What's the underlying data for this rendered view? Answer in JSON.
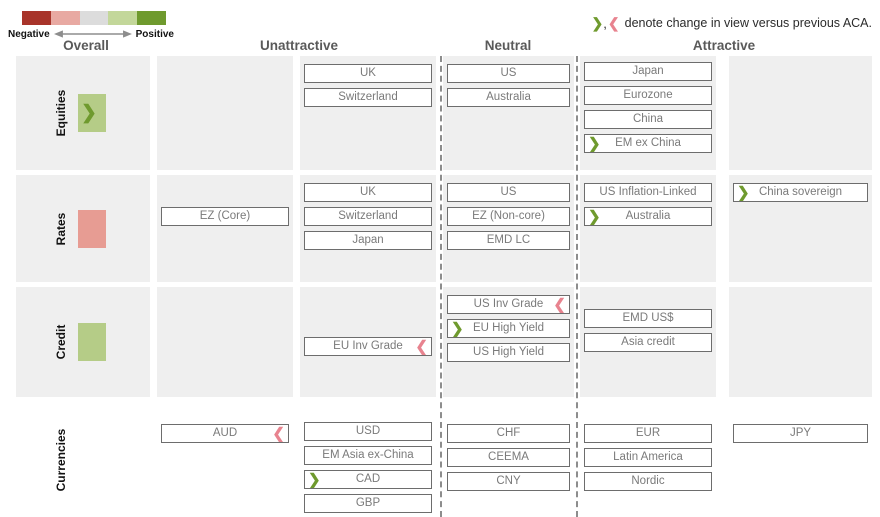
{
  "legend": {
    "scale_colors": [
      "#a8342a",
      "#e8a9a2",
      "#dcdcdc",
      "#c3d79a",
      "#6f9a2e"
    ],
    "negative_label": "Negative",
    "positive_label": "Positive",
    "arrow_icon": "double-headed-arrow-icon",
    "note_up_icon": "chevron-right-green-icon",
    "note_comma": ",",
    "note_down_icon": "chevron-left-red-icon",
    "note_text": "denote change in view versus previous ACA."
  },
  "columns": [
    {
      "key": "overall",
      "label": "Overall"
    },
    {
      "key": "unattractive",
      "label": "Unattractive"
    },
    {
      "key": "neutral",
      "label": "Neutral"
    },
    {
      "key": "attractive",
      "label": "Attractive"
    }
  ],
  "colors": {
    "overall_equities": "#b5cc87",
    "overall_rates": "#e79c93",
    "overall_credit": "#b5cc87",
    "band_bg": "#efefef",
    "pill_border": "#6d6d6d",
    "pill_text": "#7a7a7a",
    "up_marker": "#6f9a2e",
    "down_marker": "#e8838f",
    "header_text": "#5a5a5a"
  },
  "rows": [
    {
      "label": "Equities",
      "overall": {
        "color": "#b5cc87",
        "marker": "up"
      },
      "cells": {
        "c2": [],
        "c3": [
          {
            "label": "UK",
            "marker": null
          },
          {
            "label": "Switzerland",
            "marker": null
          }
        ],
        "c4": [
          {
            "label": "US",
            "marker": null
          },
          {
            "label": "Australia",
            "marker": null
          }
        ],
        "c5": [
          {
            "label": "Japan",
            "marker": null
          },
          {
            "label": "Eurozone",
            "marker": null
          },
          {
            "label": "China",
            "marker": null
          },
          {
            "label": "EM ex China",
            "marker": "up"
          }
        ],
        "c6": []
      }
    },
    {
      "label": "Rates",
      "overall": {
        "color": "#e79c93",
        "marker": null
      },
      "cells": {
        "c2": [
          {
            "label": "EZ (Core)",
            "marker": null
          }
        ],
        "c3": [
          {
            "label": "UK",
            "marker": null
          },
          {
            "label": "Switzerland",
            "marker": null
          },
          {
            "label": "Japan",
            "marker": null
          }
        ],
        "c4": [
          {
            "label": "US",
            "marker": null
          },
          {
            "label": "EZ (Non-core)",
            "marker": null
          },
          {
            "label": "EMD LC",
            "marker": null
          }
        ],
        "c5": [
          {
            "label": "US Inflation-Linked",
            "marker": null
          },
          {
            "label": "Australia",
            "marker": "up"
          }
        ],
        "c6": [
          {
            "label": "China sovereign",
            "marker": "up"
          }
        ]
      }
    },
    {
      "label": "Credit",
      "overall": {
        "color": "#b5cc87",
        "marker": null
      },
      "cells": {
        "c2": [],
        "c3": [
          {
            "label": "EU Inv Grade",
            "marker": "down"
          }
        ],
        "c4": [
          {
            "label": "US Inv Grade",
            "marker": "down"
          },
          {
            "label": "EU High Yield",
            "marker": "up"
          },
          {
            "label": "US High Yield",
            "marker": null
          }
        ],
        "c5": [
          {
            "label": "EMD US$",
            "marker": null
          },
          {
            "label": "Asia credit",
            "marker": null
          }
        ],
        "c6": []
      }
    },
    {
      "label": "Currencies",
      "overall": null,
      "cells": {
        "c2": [
          {
            "label": "AUD",
            "marker": "down"
          }
        ],
        "c3": [
          {
            "label": "USD",
            "marker": null
          },
          {
            "label": "EM Asia ex-China",
            "marker": null
          },
          {
            "label": "CAD",
            "marker": "up"
          },
          {
            "label": "GBP",
            "marker": null
          }
        ],
        "c4": [
          {
            "label": "CHF",
            "marker": null
          },
          {
            "label": "CEEMA",
            "marker": null
          },
          {
            "label": "CNY",
            "marker": null
          }
        ],
        "c5": [
          {
            "label": "EUR",
            "marker": null
          },
          {
            "label": "Latin America",
            "marker": null
          },
          {
            "label": "Nordic",
            "marker": null
          }
        ],
        "c6": [
          {
            "label": "JPY",
            "marker": null
          }
        ]
      }
    }
  ]
}
